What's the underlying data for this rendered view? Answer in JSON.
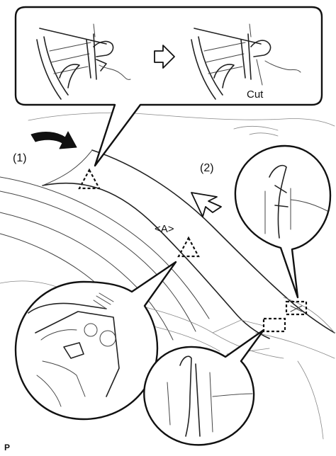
{
  "labels": {
    "step1": "(1)",
    "step2": "(2)",
    "point_a": "<A>",
    "cut": "Cut",
    "footer": "P"
  },
  "colors": {
    "line": "#222222",
    "background": "#ffffff"
  },
  "icons": {
    "step1_arrow": "curved-push-arrow-icon",
    "step2_arrow": "direction-arrow-icon",
    "callout_arrow": "hollow-right-arrow-icon"
  }
}
